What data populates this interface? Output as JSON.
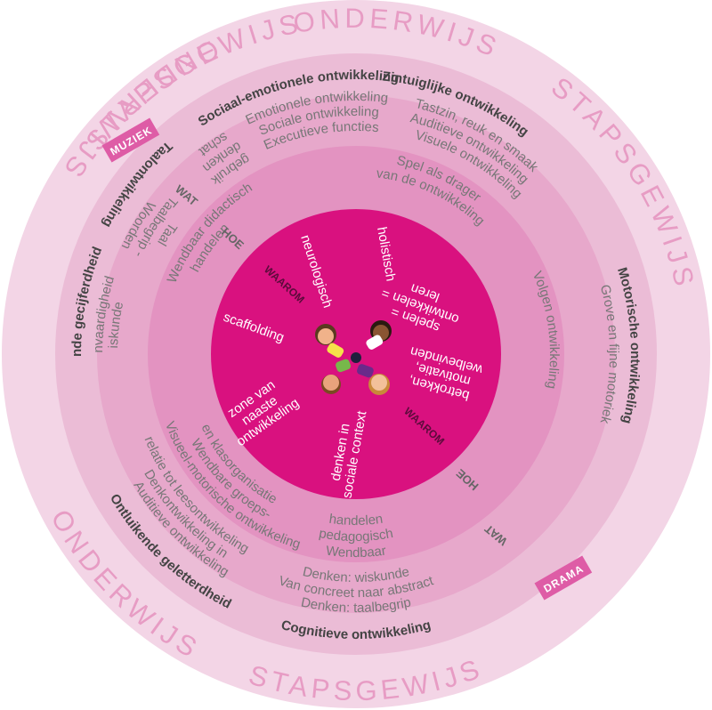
{
  "colors": {
    "outer_ring": "#f3d5e6",
    "ring2": "#ebbcd6",
    "ring3": "#e7a8cb",
    "ring4": "#e393c1",
    "core": "#d9117f",
    "text_pink": "#e79cc4",
    "badge": "#de5ca6"
  },
  "outer_words": [
    "ONDERWIJS",
    "STAPSGEWIJS",
    "STAPSGEWIJS",
    "ONDERWIJS",
    "ONDERWIJS",
    "STAPSGEWIJS"
  ],
  "badges": {
    "muziek": "MUZIEK",
    "drama": "DRAMA"
  },
  "sections": {
    "sociaal": {
      "title": "Sociaal-emotionele ontwikkeling",
      "items": [
        "Emotionele ontwikkeling",
        "Sociale ontwikkeling",
        "Executieve functies"
      ]
    },
    "zintuig": {
      "title": "Zintuiglijke ontwikkeling",
      "items": [
        "Tastzin, reuk en smaak",
        "Auditieve ontwikkeling",
        "Visuele ontwikkeling"
      ]
    },
    "motorisch": {
      "title": "Motorische ontwikkeling",
      "items": [
        "Grove en fijne motoriek"
      ]
    },
    "taal": {
      "title": "Taalontwikkeling",
      "items": [
        "Woorden",
        "Taalbegrip -",
        "Taal"
      ],
      "wat_items": [
        "schat",
        "denken",
        "gebruik"
      ]
    },
    "cognitief": {
      "title": "Cognitieve ontwikkeling",
      "items": [
        "Denken: taalbegrip",
        "Van concreet naar abstract",
        "Denken: wiskunde"
      ]
    },
    "geletterdheid": {
      "title": "Ontluikende geletterdheid",
      "items": [
        "Auditieve ontwikkeling",
        "Denkontwikkeling in",
        "relatie tot leesontwikkeling"
      ]
    },
    "gecijferdheid": {
      "title": "Ontluikende gecijferdheid",
      "items": [
        "Rekenvaardigheid",
        "Wiskunde"
      ]
    }
  },
  "ring3": {
    "spel": [
      "Spel als drager",
      "van de ontwikkeling"
    ],
    "volgen": "Volgen ontwikkeling",
    "pedagogisch": [
      "Wendbaar",
      "pedagogisch",
      "handelen"
    ],
    "groeps": [
      "Visueel-motorische ontwikkeling",
      "Wendbare groeps-",
      "en klasorganisatie"
    ],
    "didactisch": [
      "Wendbaar didactisch",
      "handelen"
    ]
  },
  "tags": {
    "wat": "WAT",
    "hoe": "HOE",
    "waarom": "WAAROM"
  },
  "core": {
    "holistisch": "holistisch",
    "neurologisch": "neurologisch",
    "spelen": [
      "spelen =",
      "ontwikkelen =",
      "leren"
    ],
    "betrokken": [
      "betrokken,",
      "motivatie,",
      "welbevinden"
    ],
    "sociale_context": [
      "denken in",
      "sociale context"
    ],
    "zone": [
      "zone van",
      "naaste",
      "ontwikkeling"
    ],
    "scaffolding": "scaffolding"
  }
}
